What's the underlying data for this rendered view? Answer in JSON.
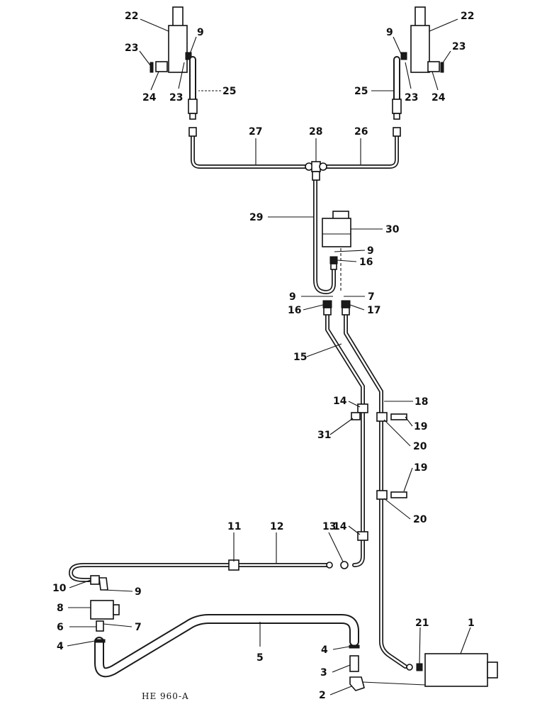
{
  "figure_code": "HE 960-A",
  "callouts": {
    "n22a": "22",
    "n22b": "22",
    "n9a": "9",
    "n9b": "9",
    "n9c": "9",
    "n9d": "9",
    "n9e": "9",
    "n23a": "23",
    "n23b": "23",
    "n23c": "23",
    "n23d": "23",
    "n24a": "24",
    "n24b": "24",
    "n25a": "25",
    "n25b": "25",
    "n27": "27",
    "n28": "28",
    "n26": "26",
    "n29": "29",
    "n30": "30",
    "n16a": "16",
    "n16b": "16",
    "n7a": "7",
    "n7b": "7",
    "n17": "17",
    "n15": "15",
    "n18": "18",
    "n14a": "14",
    "n14b": "14",
    "n19a": "19",
    "n19b": "19",
    "n31": "31",
    "n20a": "20",
    "n20b": "20",
    "n11": "11",
    "n12": "12",
    "n13": "13",
    "n10": "10",
    "n8": "8",
    "n6": "6",
    "n4a": "4",
    "n4b": "4",
    "n5": "5",
    "n21": "21",
    "n1": "1",
    "n3": "3",
    "n2": "2"
  }
}
